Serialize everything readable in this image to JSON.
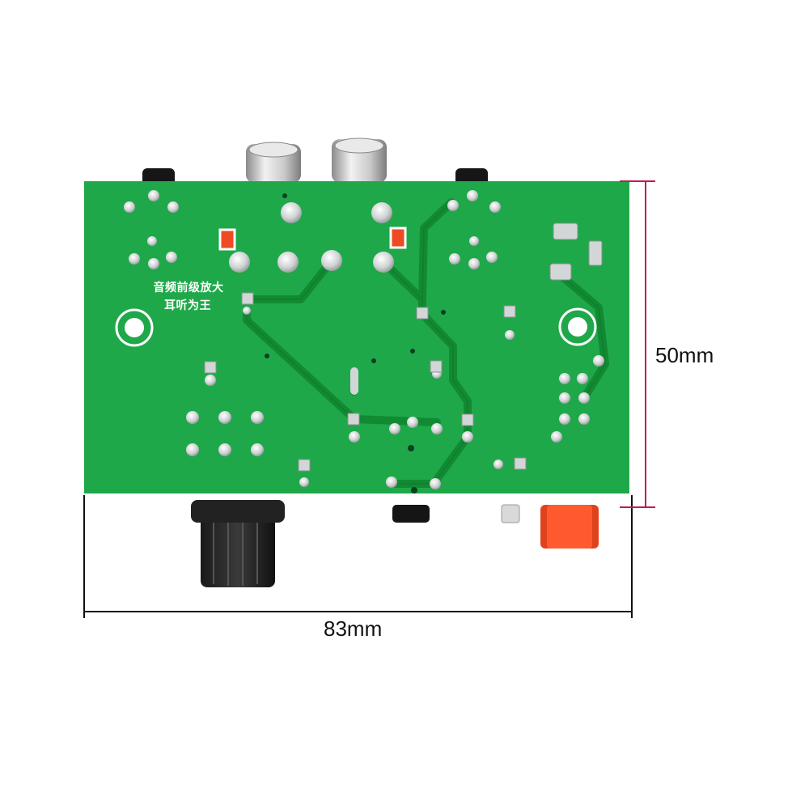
{
  "photo": {
    "subject": "audio preamplifier pcb",
    "board_color": "#1fa84a",
    "trace_color": "#128a33"
  },
  "silkscreen": {
    "line1": "音频前级放大",
    "line2": "耳听为王"
  },
  "dimensions": {
    "width_label": "83mm",
    "height_label": "50mm",
    "width_line_color": "#111111",
    "height_line_color": "#c2185b"
  },
  "components": {
    "knob": "volume-knob",
    "red_jack": "red-rca-jack",
    "silver_jacks": [
      "rca-jack-left",
      "rca-jack-right"
    ]
  }
}
